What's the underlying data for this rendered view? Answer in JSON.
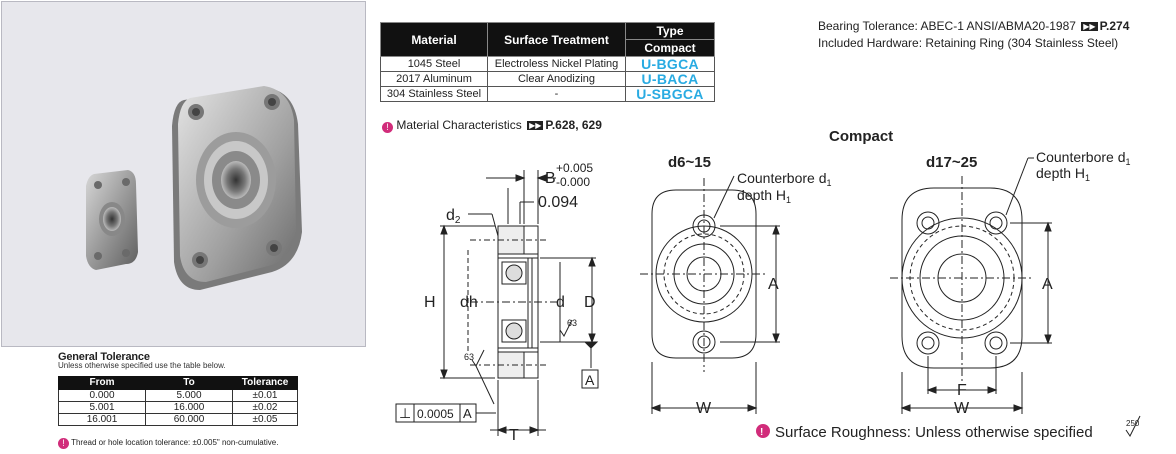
{
  "material_table": {
    "headers": {
      "material": "Material",
      "surface": "Surface Treatment",
      "type": "Type",
      "compact": "Compact"
    },
    "rows": [
      {
        "material": "1045 Steel",
        "surface": "Electroless Nickel Plating",
        "code": "U-BGCA"
      },
      {
        "material": "2017 Aluminum",
        "surface": "Clear Anodizing",
        "code": "U-BACA"
      },
      {
        "material": "304 Stainless Steel",
        "surface": "-",
        "code": "U-SBGCA"
      }
    ],
    "note_text": "Material Characteristics",
    "note_ref": "P.628, 629"
  },
  "bearing": {
    "tolerance_text": "Bearing Tolerance: ABEC-1 ANSI/ABMA20-1987",
    "tolerance_ref": "P.274",
    "hardware_text": "Included Hardware: Retaining Ring (304 Stainless Steel)"
  },
  "general_tolerance": {
    "title": "General Tolerance",
    "subtitle": "Unless otherwise specified use the table below.",
    "headers": [
      "From",
      "To",
      "Tolerance"
    ],
    "rows": [
      [
        "0.000",
        "5.000",
        "±0.01"
      ],
      [
        "5.001",
        "16.000",
        "±0.02"
      ],
      [
        "16.001",
        "60.000",
        "±0.05"
      ]
    ],
    "note": "Thread or hole location tolerance: ±0.005\" non-cumulative."
  },
  "drawing": {
    "compact_title": "Compact",
    "small_title": "d6~15",
    "large_title": "d17~25",
    "counterbore": "Counterbore d",
    "counterbore_sub": "1",
    "depth": "depth H",
    "depth_sub": "1",
    "B_label": "B",
    "B_tol_plus": "+0.005",
    "B_tol_minus": "-0.000",
    "B_value": "0.094",
    "d2": "d",
    "d2_sub": "2",
    "H": "H",
    "dh": "dh",
    "d": "d",
    "D": "D",
    "A": "A",
    "T": "T",
    "W": "W",
    "F": "F",
    "roughness_63a": "63",
    "roughness_63b": "63",
    "perp_symbol": "⊥",
    "perp_value": "0.0005",
    "perp_datum": "A",
    "surface_roughness": "Surface Roughness: Unless otherwise specified",
    "roughness_250": "250"
  }
}
